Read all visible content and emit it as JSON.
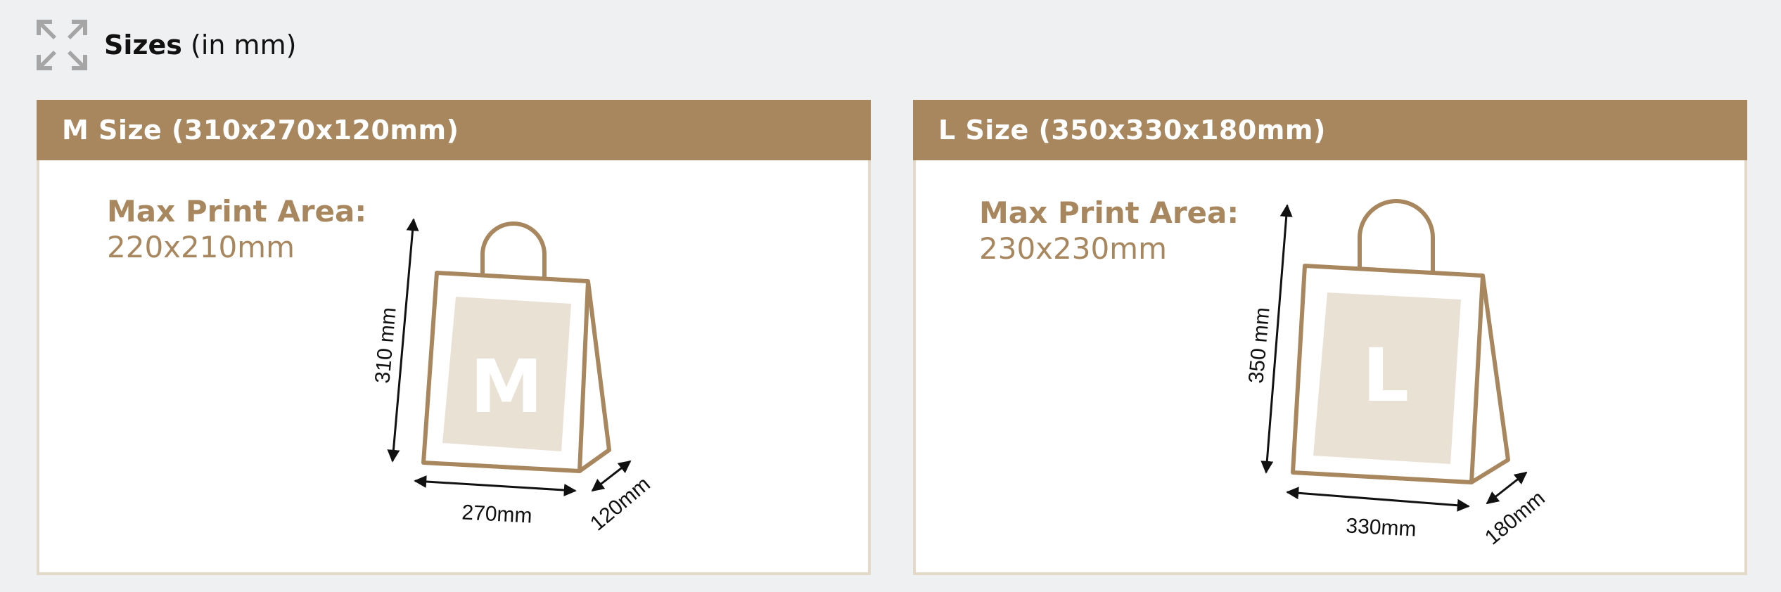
{
  "header": {
    "title": "Sizes",
    "unit": "(in mm)",
    "icon": "expand-arrows-icon"
  },
  "cards": [
    {
      "title": "M Size (310x270x120mm)",
      "print_area_label": "Max Print Area:",
      "print_area_value": "220x210mm",
      "bag_letter": "M",
      "height_label": "310 mm",
      "width_label": "270mm",
      "depth_label": "120mm"
    },
    {
      "title": "L Size (350x330x180mm)",
      "print_area_label": "Max Print Area:",
      "print_area_value": "230x230mm",
      "bag_letter": "L",
      "height_label": "350 mm",
      "width_label": "330mm",
      "depth_label": "180mm"
    }
  ],
  "colors": {
    "brand": "#a8875f",
    "panel_border": "#e3d9c8",
    "print_fill": "#e9e1d4",
    "background": "#eff0f2"
  }
}
